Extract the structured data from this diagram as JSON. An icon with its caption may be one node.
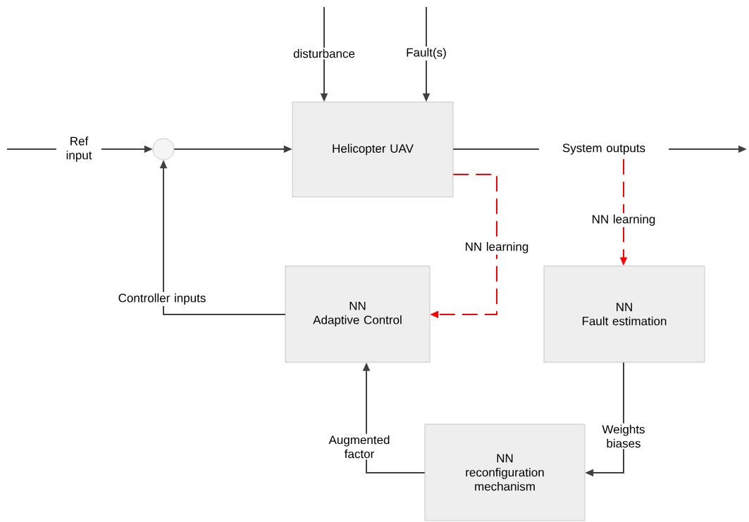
{
  "diagram": {
    "nodes": [
      {
        "text": [
          "Helicopter UAV"
        ]
      },
      {
        "text": [],
        "shape": "circle"
      },
      {
        "text": [
          "NN",
          "Adaptive Control"
        ]
      },
      {
        "text": [
          "NN",
          "Fault estimation"
        ]
      },
      {
        "text": [
          "NN",
          "reconfiguration mechanism"
        ]
      }
    ],
    "edges": [
      {
        "from": null,
        "to": 1,
        "arrow": "to",
        "label": "Ref input"
      },
      {
        "from": 1,
        "to": 0,
        "arrow": "to"
      },
      {
        "from": null,
        "to": 0,
        "arrow": "to",
        "label": "disturbance"
      },
      {
        "from": null,
        "to": 0,
        "arrow": "to",
        "label": "Fault(s)"
      },
      {
        "from": 0,
        "to": null,
        "arrow": "to",
        "label": "System outputs"
      },
      {
        "from": 0,
        "to": 2,
        "arrow": "to",
        "label": "NN learning",
        "style": "dashed",
        "color": "#ff0000"
      },
      {
        "from": 0,
        "to": 3,
        "arrow": "to",
        "label": "NN learning",
        "style": "dashed",
        "color": "#ff0000"
      },
      {
        "from": 2,
        "to": 1,
        "arrow": "to",
        "label": "Controller inputs"
      },
      {
        "from": 3,
        "to": 4,
        "arrow": "to",
        "label": "Weights biases"
      },
      {
        "from": 4,
        "to": 2,
        "arrow": "to",
        "label": "Augmented factor"
      }
    ]
  }
}
